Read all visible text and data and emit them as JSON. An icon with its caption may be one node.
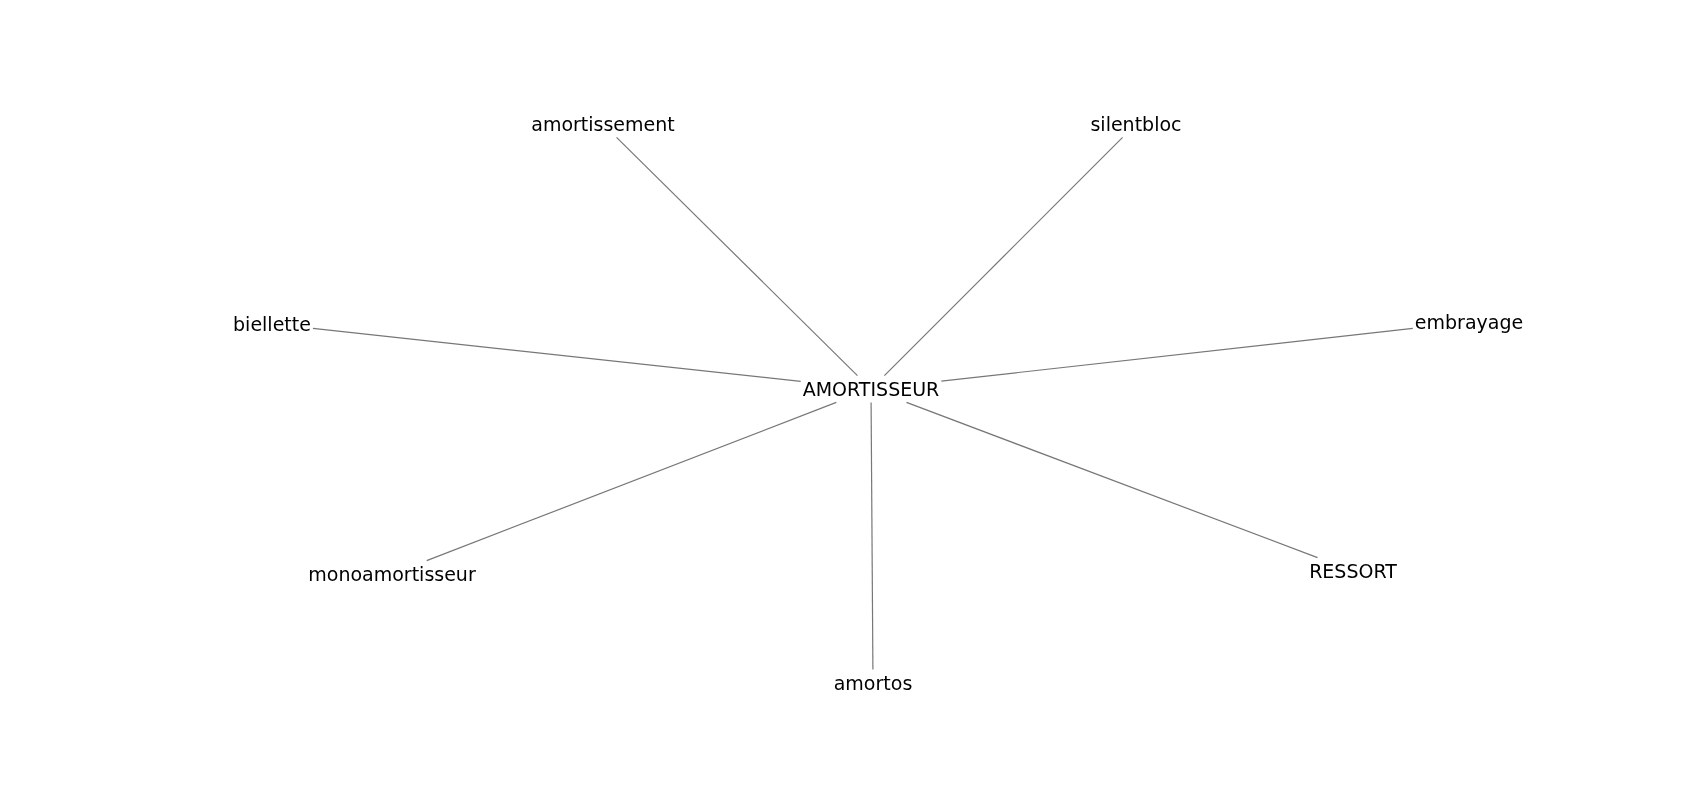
{
  "diagram": {
    "nodes": [
      {
        "text": [
          "amortissement"
        ]
      },
      {
        "text": [
          "silentbloc"
        ]
      },
      {
        "text": [
          "biellette"
        ]
      },
      {
        "text": [
          "embrayage"
        ]
      },
      {
        "text": [
          "AMORTISSEUR"
        ]
      },
      {
        "text": [
          "monoamortisseur"
        ]
      },
      {
        "text": [
          "RESSORT"
        ]
      },
      {
        "text": [
          "amortos"
        ]
      }
    ],
    "edges": [
      {
        "from": 4,
        "to": 0,
        "arrow": "none"
      },
      {
        "from": 4,
        "to": 1,
        "arrow": "none"
      },
      {
        "from": 4,
        "to": 2,
        "arrow": "none"
      },
      {
        "from": 4,
        "to": 3,
        "arrow": "none"
      },
      {
        "from": 4,
        "to": 5,
        "arrow": "none"
      },
      {
        "from": 4,
        "to": 6,
        "arrow": "none"
      },
      {
        "from": 4,
        "to": 7,
        "arrow": "none"
      }
    ]
  }
}
